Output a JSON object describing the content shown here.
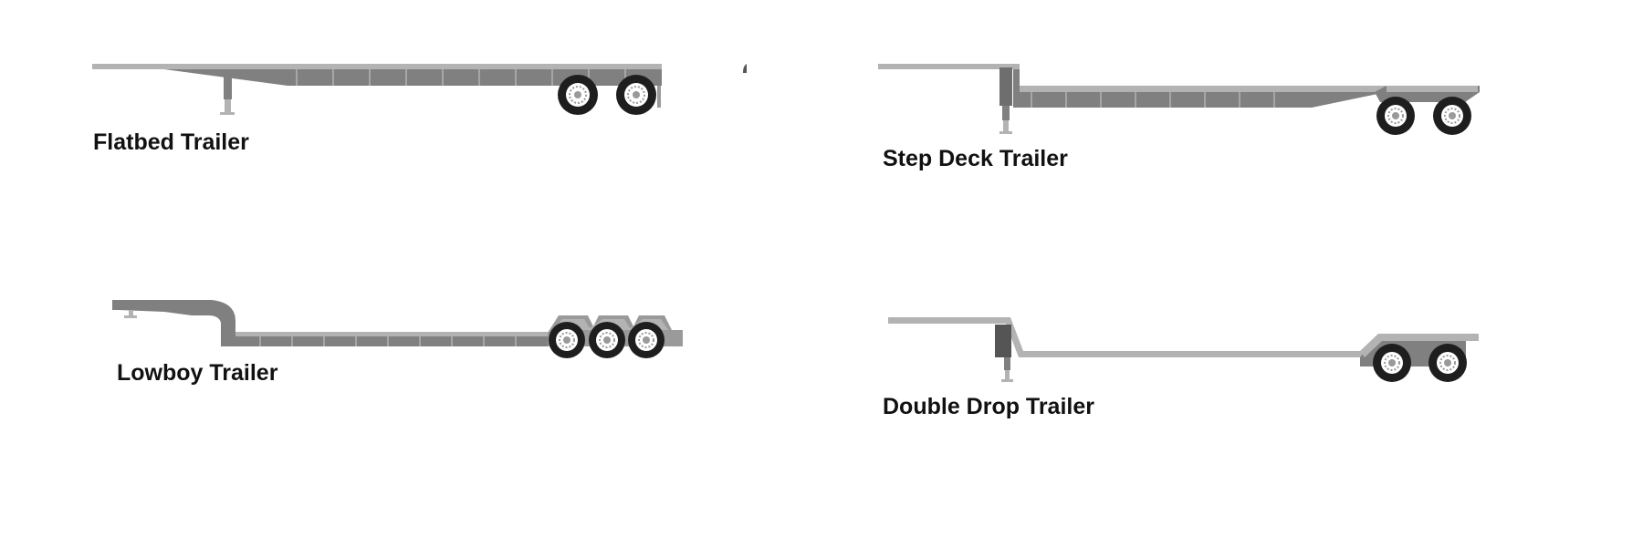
{
  "trailers": {
    "flatbed": {
      "label": "Flatbed Trailer"
    },
    "step_deck": {
      "label": "Step Deck Trailer"
    },
    "lowboy": {
      "label": "Lowboy Trailer"
    },
    "double_drop": {
      "label": "Double Drop Trailer"
    }
  },
  "colors": {
    "deck_light": "#b3b3b3",
    "deck_dark": "#808080",
    "frame": "#6e6e6e",
    "tire": "#1e1e1e",
    "rim": "#ffffff",
    "label": "#111111"
  }
}
